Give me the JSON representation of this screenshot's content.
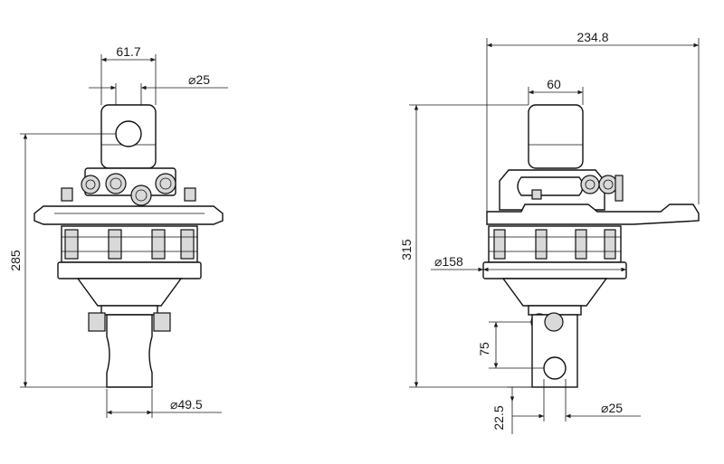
{
  "front_view": {
    "width_top": "61.7",
    "port_diameter": "25",
    "height": "285",
    "shaft_diameter": "49.5"
  },
  "side_view": {
    "overall_width": "234.8",
    "width_top": "60",
    "height": "315",
    "flange_diameter": "158",
    "hole_spacing": "75",
    "hole_offset": "22.5",
    "hole_diameter": "25"
  },
  "symbols": {
    "diameter": "⌀"
  }
}
